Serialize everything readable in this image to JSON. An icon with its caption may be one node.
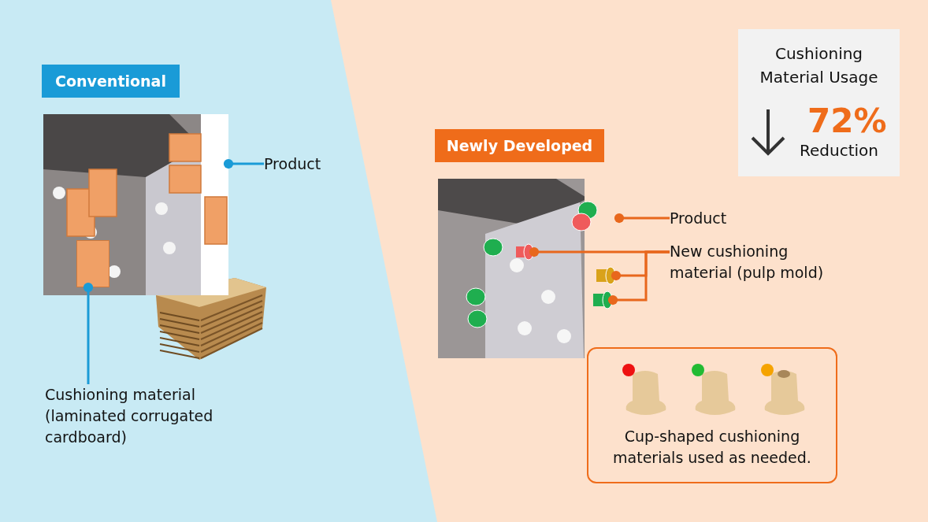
{
  "diagram": {
    "nodes": [
      {
        "text": [
          "Conventional"
        ]
      },
      {
        "text": [],
        "shape": "picture"
      },
      {
        "text": [],
        "shape": "box",
        "in": 1
      },
      {
        "text": [
          "Product"
        ]
      },
      {
        "text": [
          "Cushioning material (laminated corrugated cardboard)"
        ]
      },
      {
        "text": [
          "Newly Developed"
        ]
      },
      {
        "text": [],
        "shape": "picture"
      },
      {
        "text": [],
        "shape": "cylinder",
        "in": 6
      },
      {
        "text": [],
        "shape": "cylinder",
        "in": 6
      },
      {
        "text": [],
        "shape": "cylinder",
        "in": 6
      },
      {
        "text": [
          "Product"
        ]
      },
      {
        "text": [
          "New cushioning material (pulp mold)"
        ]
      },
      {
        "text": [
          "Cup-shaped cushioning materials used as needed."
        ]
      },
      {
        "text": [
          "Cushioning Material Usage",
          "72%",
          "Reduction"
        ]
      }
    ],
    "edges": [
      {
        "from": 3,
        "to": 1,
        "arrow": "other",
        "color": "#1a9bd7"
      },
      {
        "from": 4,
        "to": 2,
        "arrow": "other",
        "color": "#1a9bd7"
      },
      {
        "from": 10,
        "to": 6,
        "arrow": "other"
      },
      {
        "from": 11,
        "to": 7,
        "arrow": "other"
      },
      {
        "from": 11,
        "to": 8,
        "arrow": "other"
      },
      {
        "from": 11,
        "to": 9,
        "arrow": "other"
      }
    ]
  }
}
